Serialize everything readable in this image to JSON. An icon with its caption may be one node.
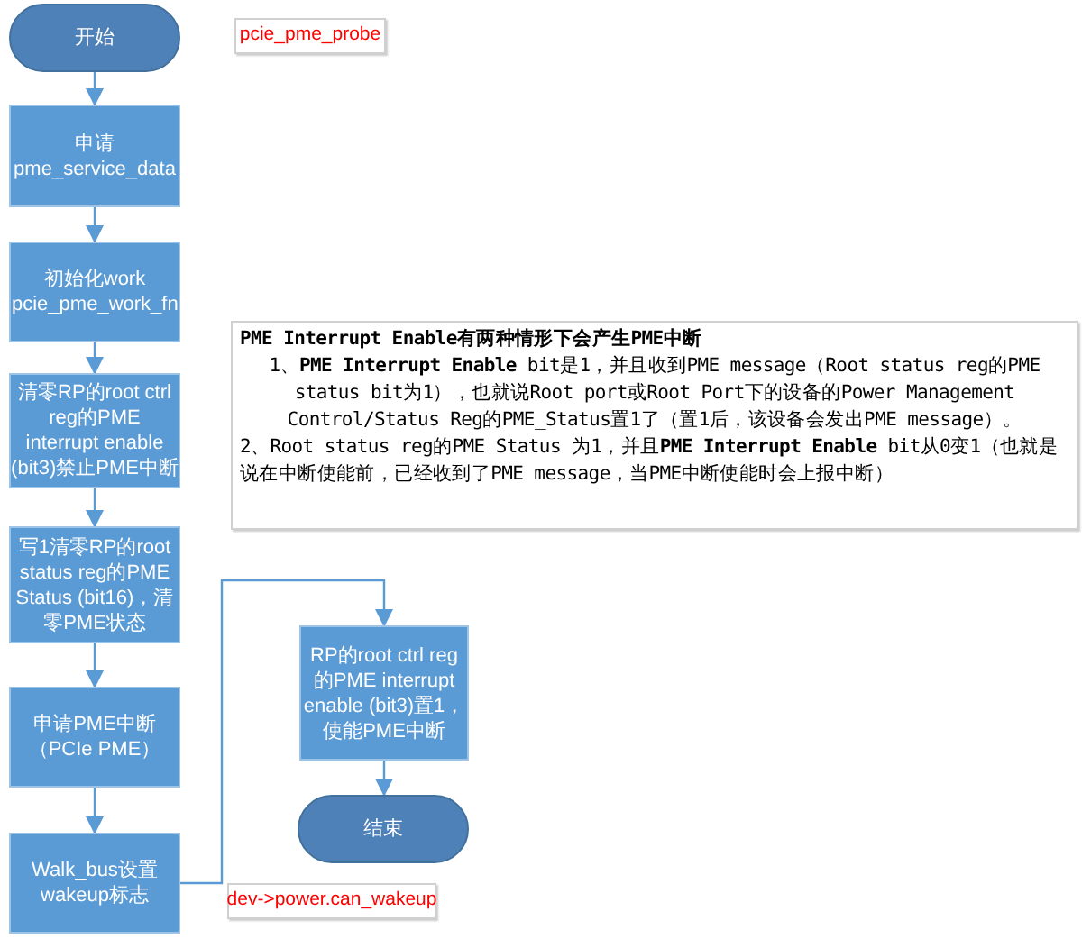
{
  "diagram": {
    "nodes": [
      {
        "text": [
          "开始"
        ]
      },
      {
        "text": [
          "申请 pme_service_data"
        ]
      },
      {
        "text": [
          "初始化work pcie_pme_work_fn"
        ]
      },
      {
        "text": [
          "清零RP的root ctrl reg的PME interrupt enable (bit3)禁止PME中断"
        ]
      },
      {
        "text": [
          "写1清零RP的root status reg的PME Status (bit16)，清零PME状态"
        ]
      },
      {
        "text": [
          "申请PME中断（PCIe PME）"
        ]
      },
      {
        "text": [
          "Walk_bus设置wakeup标志"
        ]
      },
      {
        "text": [
          "RP的root ctrl reg的PME interrupt enable (bit3)置1，使能PME中断"
        ]
      },
      {
        "text": [
          "结束"
        ]
      },
      {
        "text": [
          "pcie_pme_probe"
        ]
      },
      {
        "text": [
          "PME Interrupt Enable有两种情形下会产生PME中断",
          "1、**PME Interrupt Enable** bit是1，并且收到PME message（Root status reg的PME status bit为1），也就说Root port或Root Port下的设备的Power Management Control/Status Reg的PME_Status置1了（置1后，该设备会发出PME message）。",
          "2、Root status reg的PME Status 为1，并且**PME Interrupt Enable** bit从0变1（也就是说在中断使能前，已经收到了PME message，当PME中断使能时会上报中断）"
        ]
      },
      {
        "text": [
          "dev->power.can_wakeup"
        ]
      }
    ],
    "edges": [
      {
        "from": 0,
        "to": 1,
        "arrow": "to"
      },
      {
        "from": 1,
        "to": 2,
        "arrow": "to"
      },
      {
        "from": 2,
        "to": 3,
        "arrow": "to"
      },
      {
        "from": 3,
        "to": 4,
        "arrow": "to"
      },
      {
        "from": 4,
        "to": 5,
        "arrow": "to"
      },
      {
        "from": 5,
        "to": 6,
        "arrow": "to"
      },
      {
        "from": 6,
        "to": 7,
        "arrow": "to"
      },
      {
        "from": 7,
        "to": 8,
        "arrow": "to"
      }
    ]
  }
}
